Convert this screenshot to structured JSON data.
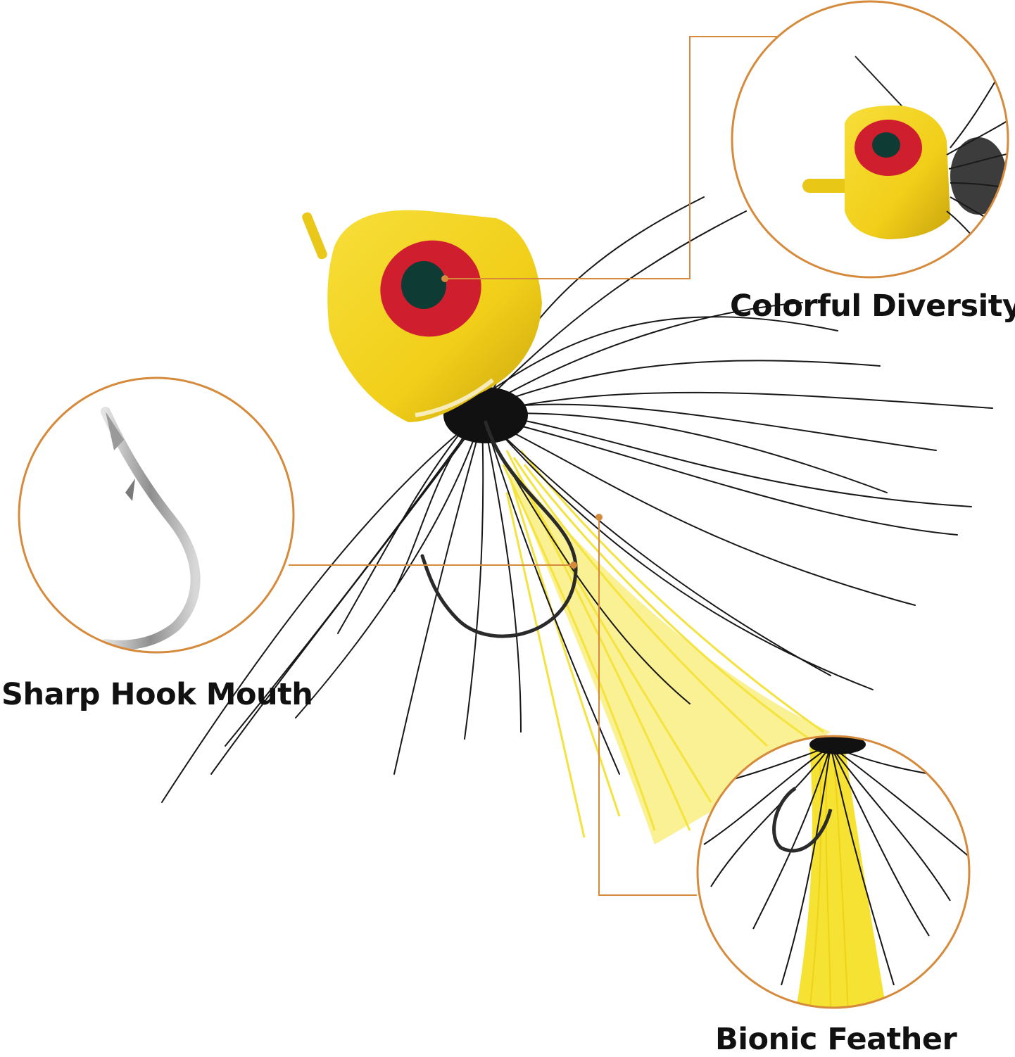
{
  "labels": {
    "colorful_diversity": "Colorful Diversity",
    "sharp_hook_mouth": "Sharp Hook Mouth",
    "bionic_feather": "Bionic Feather"
  },
  "colors": {
    "callout_accent": "#D58A3C",
    "lure_head": "#F2D21C",
    "eye_ring": "#D21D2F",
    "pupil": "#0E3B33",
    "hackle": "#151515",
    "tail": "#F5E233",
    "hook_metal": "#A9A9A9",
    "label_text": "#111111"
  },
  "icons": {
    "lure": "popper-fly-lure",
    "hook_detail": "fishing-hook-closeup",
    "head_detail": "popper-head-closeup",
    "feather_detail": "feather-closeup"
  }
}
